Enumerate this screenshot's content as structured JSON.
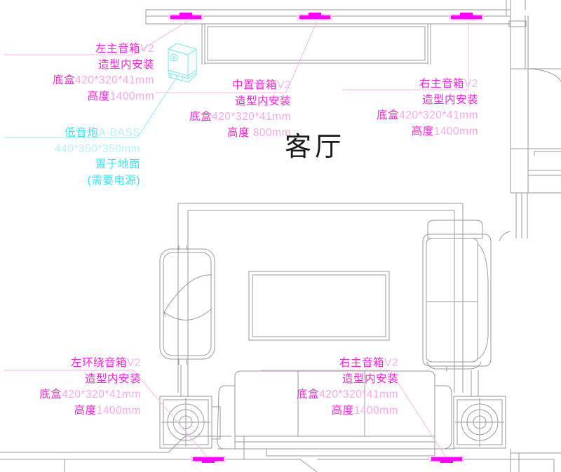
{
  "drawing": {
    "room_title": "客厅",
    "title_color": "#1a1a1a",
    "magenta": "#ff25d6",
    "pink": "#f7a8e8",
    "cyan": "#35e8f0",
    "line_color": "#9a9a9a"
  },
  "annotations": {
    "left_main": {
      "name": "左主音箱",
      "qty": "V2",
      "install": "造型内安装",
      "box_label": "底盒",
      "box_size": "420*320*41mm",
      "height_label": "高度",
      "height_value": "1400mm"
    },
    "center": {
      "name": "中置音箱",
      "qty": "V2",
      "install": "造型内安装",
      "box_label": "底盒",
      "box_size": "420*320*41mm",
      "height_label": "高度",
      "height_value": "800mm"
    },
    "right_main": {
      "name": "右主音箱",
      "qty": "V2",
      "install": "造型内安装",
      "box_label": "底盒",
      "box_size": "420*320*41mm",
      "height_label": "高度",
      "height_value": "1400mm"
    },
    "subwoofer": {
      "name": "低音炮",
      "model": "A-BASS",
      "size": "440*350*350mm",
      "placement": "置于地面",
      "note": "(需要电源)"
    },
    "left_surround": {
      "name": "左环绕音箱",
      "qty": "V2",
      "install": "造型内安装",
      "box_label": "底盒",
      "box_size": "420*320*41mm",
      "height_label": "高度",
      "height_value": "1400mm"
    },
    "right_surround": {
      "name": "右主音箱",
      "qty": "V2",
      "install": "造型内安装",
      "box_label": "底盒",
      "box_size": "420*320*41mm",
      "height_label": "高度",
      "height_value": "1400mm"
    }
  }
}
